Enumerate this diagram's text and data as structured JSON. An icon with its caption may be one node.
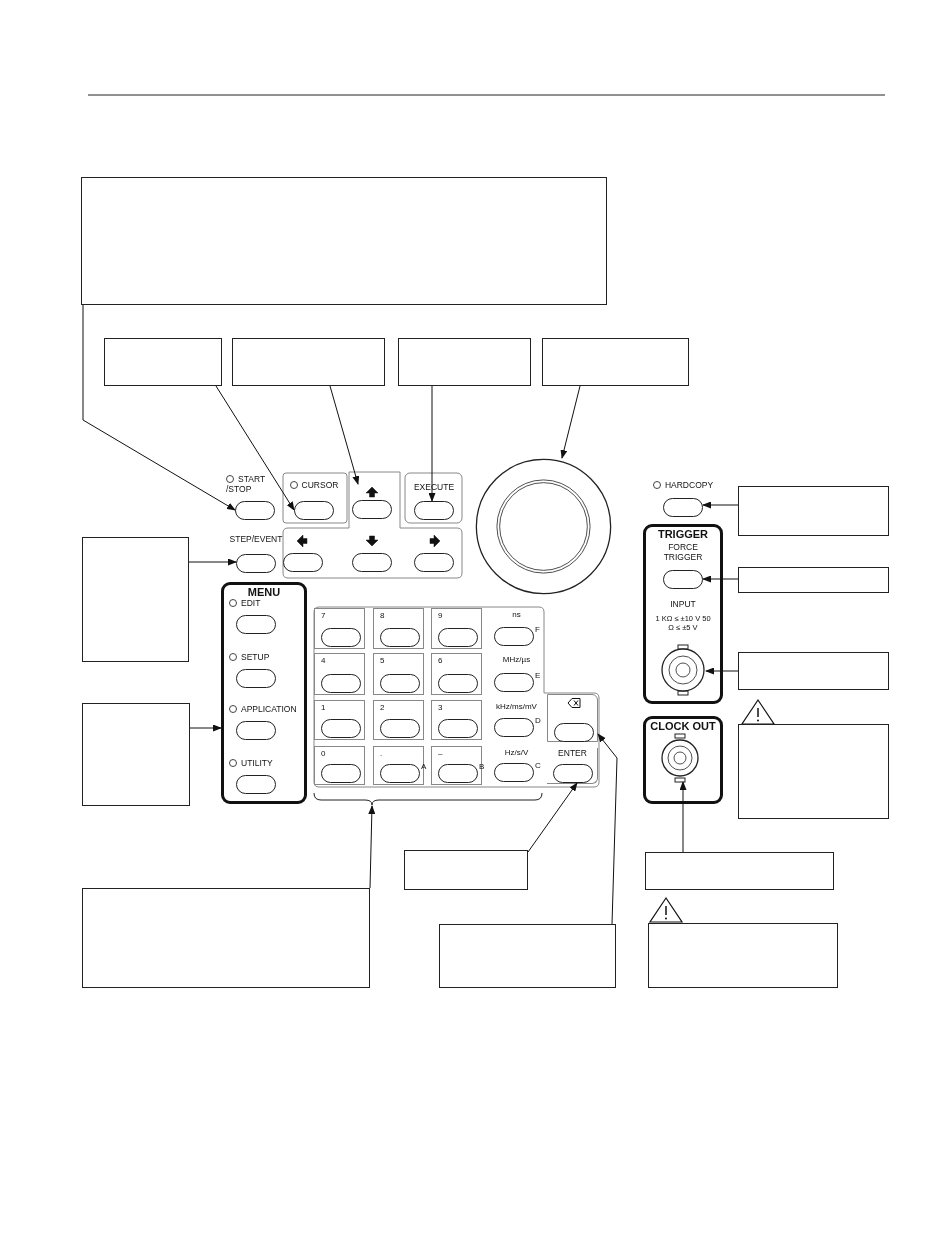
{
  "diagram": {
    "nodes": [
      {
        "text": [],
        "shape": "box"
      },
      {
        "text": [],
        "shape": "box"
      },
      {
        "text": [],
        "shape": "box"
      },
      {
        "text": [],
        "shape": "box"
      },
      {
        "text": [],
        "shape": "box"
      },
      {
        "text": [
          "START /STOP"
        ]
      },
      {
        "text": [
          "CURSOR"
        ]
      },
      {
        "text": [],
        "shape": "button"
      },
      {
        "text": [
          "EXECUTE"
        ]
      },
      {
        "text": [],
        "shape": "circle"
      },
      {
        "text": [
          "HARDCOPY"
        ]
      },
      {
        "text": [],
        "shape": "box"
      },
      {
        "text": [
          "STEP/EVENT"
        ]
      },
      {
        "text": [],
        "shape": "button"
      },
      {
        "text": [],
        "shape": "button"
      },
      {
        "text": [],
        "shape": "button"
      },
      {
        "text": [],
        "shape": "box"
      },
      {
        "text": [
          "TRIGGER"
        ]
      },
      {
        "text": [
          "FORCE TRIGGER"
        ],
        "in": 17
      },
      {
        "text": [],
        "shape": "box"
      },
      {
        "text": [
          "MENU"
        ]
      },
      {
        "text": [
          "EDIT"
        ],
        "in": 20
      },
      {
        "text": [
          "SETUP"
        ],
        "in": 20
      },
      {
        "text": [
          "APPLICATION"
        ],
        "in": 20
      },
      {
        "text": [
          "UTILITY"
        ],
        "in": 20
      },
      {
        "text": [],
        "shape": "box"
      },
      {
        "text": [
          "7"
        ],
        "in": 25
      },
      {
        "text": [
          "8"
        ],
        "in": 25
      },
      {
        "text": [
          "9"
        ],
        "in": 25
      },
      {
        "text": [
          "ns",
          "F"
        ],
        "in": 25
      },
      {
        "text": [
          "4"
        ],
        "in": 25
      },
      {
        "text": [
          "5"
        ],
        "in": 25
      },
      {
        "text": [
          "6"
        ],
        "in": 25
      },
      {
        "text": [
          "MHz/µs",
          "E"
        ],
        "in": 25
      },
      {
        "text": [
          "1"
        ],
        "in": 25
      },
      {
        "text": [
          "2"
        ],
        "in": 25
      },
      {
        "text": [
          "3"
        ],
        "in": 25
      },
      {
        "text": [
          "kHz/ms/mV",
          "D"
        ],
        "in": 25
      },
      {
        "text": [
          "0"
        ],
        "in": 25
      },
      {
        "text": [
          ".",
          "A"
        ],
        "in": 25
      },
      {
        "text": [
          "–",
          "B"
        ],
        "in": 25
      },
      {
        "text": [
          "Hz/s/V",
          "C"
        ],
        "in": 25
      },
      {
        "text": [],
        "shape": "button",
        "in": 25
      },
      {
        "text": [
          "ENTER"
        ],
        "in": 25
      },
      {
        "text": [
          "INPUT",
          "1 KΩ ≤ ±10 V 50 Ω ≤ ±5 V"
        ],
        "in": 17
      },
      {
        "text": [],
        "shape": "box"
      },
      {
        "text": [],
        "shape": "box"
      },
      {
        "text": [],
        "shape": "box"
      },
      {
        "text": [
          "CLOCK OUT"
        ]
      },
      {
        "text": [],
        "shape": "circle",
        "in": 48
      },
      {
        "text": [],
        "shape": "box"
      },
      {
        "text": [],
        "shape": "box"
      },
      {
        "text": [],
        "shape": "box"
      },
      {
        "text": [],
        "shape": "box"
      },
      {
        "text": [],
        "shape": "box"
      }
    ],
    "edges": [
      {
        "from": 0,
        "to": 5,
        "arrow": "to"
      },
      {
        "from": 1,
        "to": 6,
        "arrow": "to"
      },
      {
        "from": 2,
        "to": 7,
        "arrow": "to"
      },
      {
        "from": 3,
        "to": 8,
        "arrow": "to"
      },
      {
        "from": 4,
        "to": 9,
        "arrow": "to"
      },
      {
        "from": 11,
        "to": 10,
        "arrow": "to"
      },
      {
        "from": 16,
        "to": 12,
        "arrow": "to"
      },
      {
        "from": 19,
        "to": 18,
        "arrow": "to"
      },
      {
        "from": 46,
        "to": 20,
        "arrow": "to"
      },
      {
        "from": 45,
        "to": 44,
        "arrow": "to"
      },
      {
        "from": 51,
        "to": 49,
        "arrow": "to"
      },
      {
        "from": 50,
        "to": 43,
        "arrow": "to"
      },
      {
        "from": 52,
        "to": 25,
        "arrow": "to"
      },
      {
        "from": 53,
        "to": 42,
        "arrow": "to"
      }
    ]
  }
}
